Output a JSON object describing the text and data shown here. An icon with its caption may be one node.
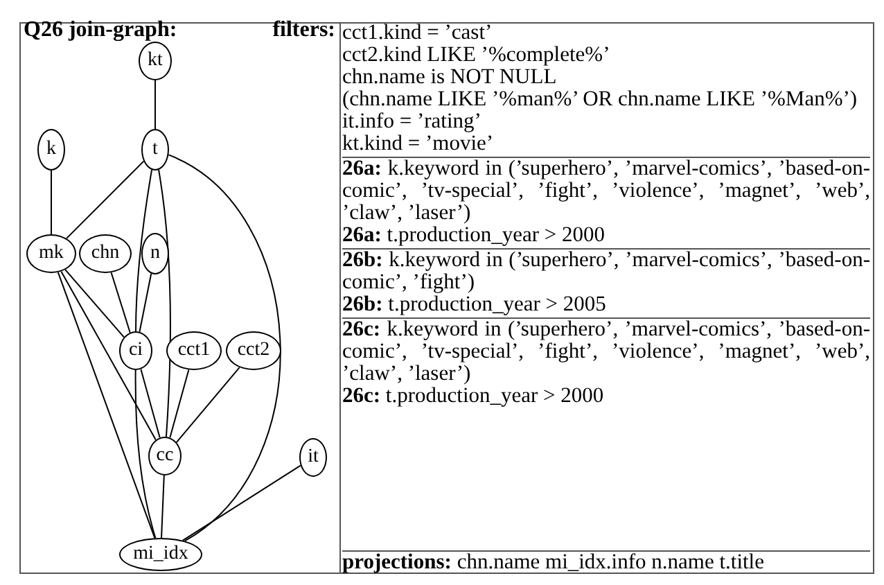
{
  "diagram": {
    "nodes": [
      {
        "text": [
          "kt"
        ]
      },
      {
        "text": [
          "k"
        ]
      },
      {
        "text": [
          "t"
        ]
      },
      {
        "text": [
          "mk"
        ]
      },
      {
        "text": [
          "chn"
        ]
      },
      {
        "text": [
          "n"
        ]
      },
      {
        "text": [
          "ci"
        ]
      },
      {
        "text": [
          "cct1"
        ]
      },
      {
        "text": [
          "cct2"
        ]
      },
      {
        "text": [
          "cc"
        ]
      },
      {
        "text": [
          "it"
        ]
      },
      {
        "text": [
          "mi_idx"
        ]
      }
    ],
    "edges": [
      {
        "from": 0,
        "to": 2,
        "arrow": "none"
      },
      {
        "from": 1,
        "to": 3,
        "arrow": "none"
      },
      {
        "from": 2,
        "to": 3,
        "arrow": "none"
      },
      {
        "from": 2,
        "to": 6,
        "arrow": "none"
      },
      {
        "from": 2,
        "to": 9,
        "arrow": "none"
      },
      {
        "from": 2,
        "to": 11,
        "arrow": "none"
      },
      {
        "from": 3,
        "to": 6,
        "arrow": "none"
      },
      {
        "from": 3,
        "to": 9,
        "arrow": "none"
      },
      {
        "from": 3,
        "to": 11,
        "arrow": "none"
      },
      {
        "from": 4,
        "to": 6,
        "arrow": "none"
      },
      {
        "from": 5,
        "to": 6,
        "arrow": "none"
      },
      {
        "from": 6,
        "to": 9,
        "arrow": "none"
      },
      {
        "from": 6,
        "to": 11,
        "arrow": "none"
      },
      {
        "from": 7,
        "to": 9,
        "arrow": "none"
      },
      {
        "from": 8,
        "to": 9,
        "arrow": "none"
      },
      {
        "from": 9,
        "to": 11,
        "arrow": "none"
      },
      {
        "from": 10,
        "to": 11,
        "arrow": "none"
      }
    ],
    "labels": [
      "Q26 join-graph:",
      "filters:",
      "cct1.kind = ’cast’",
      "cct2.kind LIKE ’%complete%’",
      "chn.name is NOT NULL",
      "(chn.name LIKE ’%man%’ OR chn.name LIKE ’%Man%’)",
      "it.info = ’rating’",
      "kt.kind = ’movie’",
      "**26a:** k.keyword in (’superhero’, ’marvel-comics’, ’based-on-comic’, ’tv-special’, ’fight’, ’violence’, ’magnet’, ’web’, ’claw’, ’laser’)",
      "**26a:** t.production_year > 2000",
      "**26b:** k.keyword in (’superhero’, ’marvel-comics’, ’based-on-comic’, ’fight’)",
      "**26b:** t.production_year > 2005",
      "**26c:** k.keyword in (’superhero’, ’marvel-comics’, ’based-on-comic’, ’tv-special’, ’fight’, ’violence’, ’magnet’, ’web’, ’claw’, ’laser’)",
      "**26c:** t.production_year > 2000",
      "**projections:** chn.name mi_idx.info n.name t.title"
    ]
  }
}
